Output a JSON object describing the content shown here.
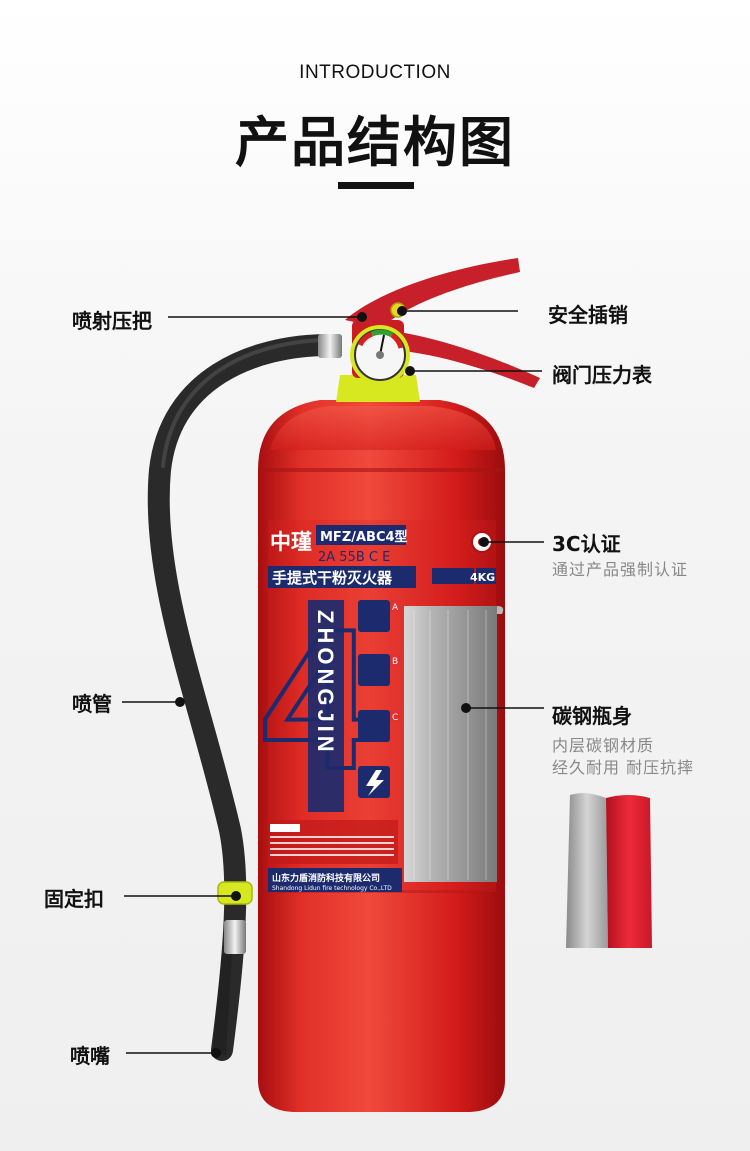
{
  "header": {
    "eyebrow": "INTRODUCTION",
    "title": "产品结构图"
  },
  "callouts": {
    "spray_handle": "喷射压把",
    "safety_pin": "安全插销",
    "valve_gauge": "阀门压力表",
    "cert_title": "3C认证",
    "cert_desc": "通过产品强制认证",
    "hose": "喷管",
    "body_title": "碳钢瓶身",
    "body_desc_1": "内层碳钢材质",
    "body_desc_2": "经久耐用 耐压抗摔",
    "clip": "固定扣",
    "nozzle": "喷嘴"
  },
  "product_label": {
    "brand": "中瑾",
    "model": "MFZ/ABC4型",
    "rating": "2A 55B C E",
    "name": "手提式干粉灭火器",
    "capacity": "4KG",
    "big_number": "4",
    "vertical_brand": "ZHONGJIN",
    "class_a": "A",
    "class_b": "B",
    "class_c": "C",
    "company_cn": "山东力盾消防科技有限公司",
    "company_en": "Shandong Lidun fire technology Co.,LTD"
  },
  "colors": {
    "cylinder_red": "#d81e1e",
    "hose_black": "#2a2a2a",
    "handle_red": "#c8202a",
    "collar_yellow": "#d8e820",
    "label_navy": "#1c2b6e"
  }
}
